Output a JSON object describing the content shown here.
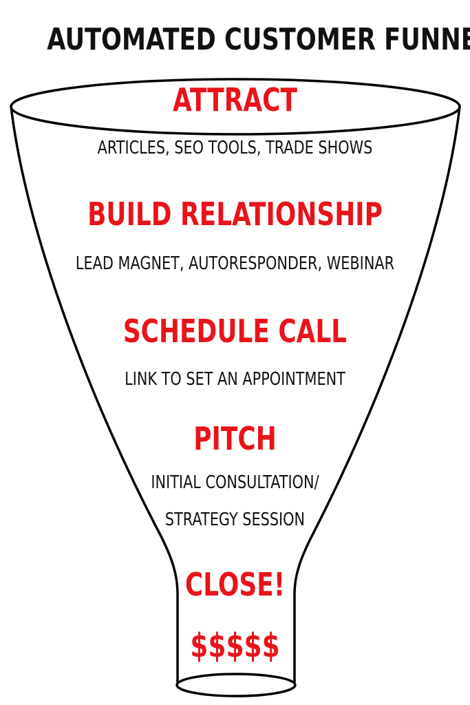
{
  "colors": {
    "stage_text": "#e8141a",
    "description_text": "#111111",
    "title_text": "#111111",
    "funnel_stroke": "#000000"
  },
  "title": "AUTOMATED CUSTOMER FUNNEL",
  "stages": [
    {
      "label": "ATTRACT",
      "description": "ARTICLES, SEO TOOLS, TRADE SHOWS"
    },
    {
      "label": "BUILD RELATIONSHIP",
      "description": "LEAD MAGNET, AUTORESPONDER, WEBINAR"
    },
    {
      "label": "SCHEDULE CALL",
      "description": "LINK TO SET AN APPOINTMENT"
    },
    {
      "label": "PITCH",
      "description_lines": [
        "INITIAL CONSULTATION/",
        "STRATEGY SESSION"
      ]
    },
    {
      "label": "CLOSE!"
    },
    {
      "label": "$$$$$"
    }
  ]
}
